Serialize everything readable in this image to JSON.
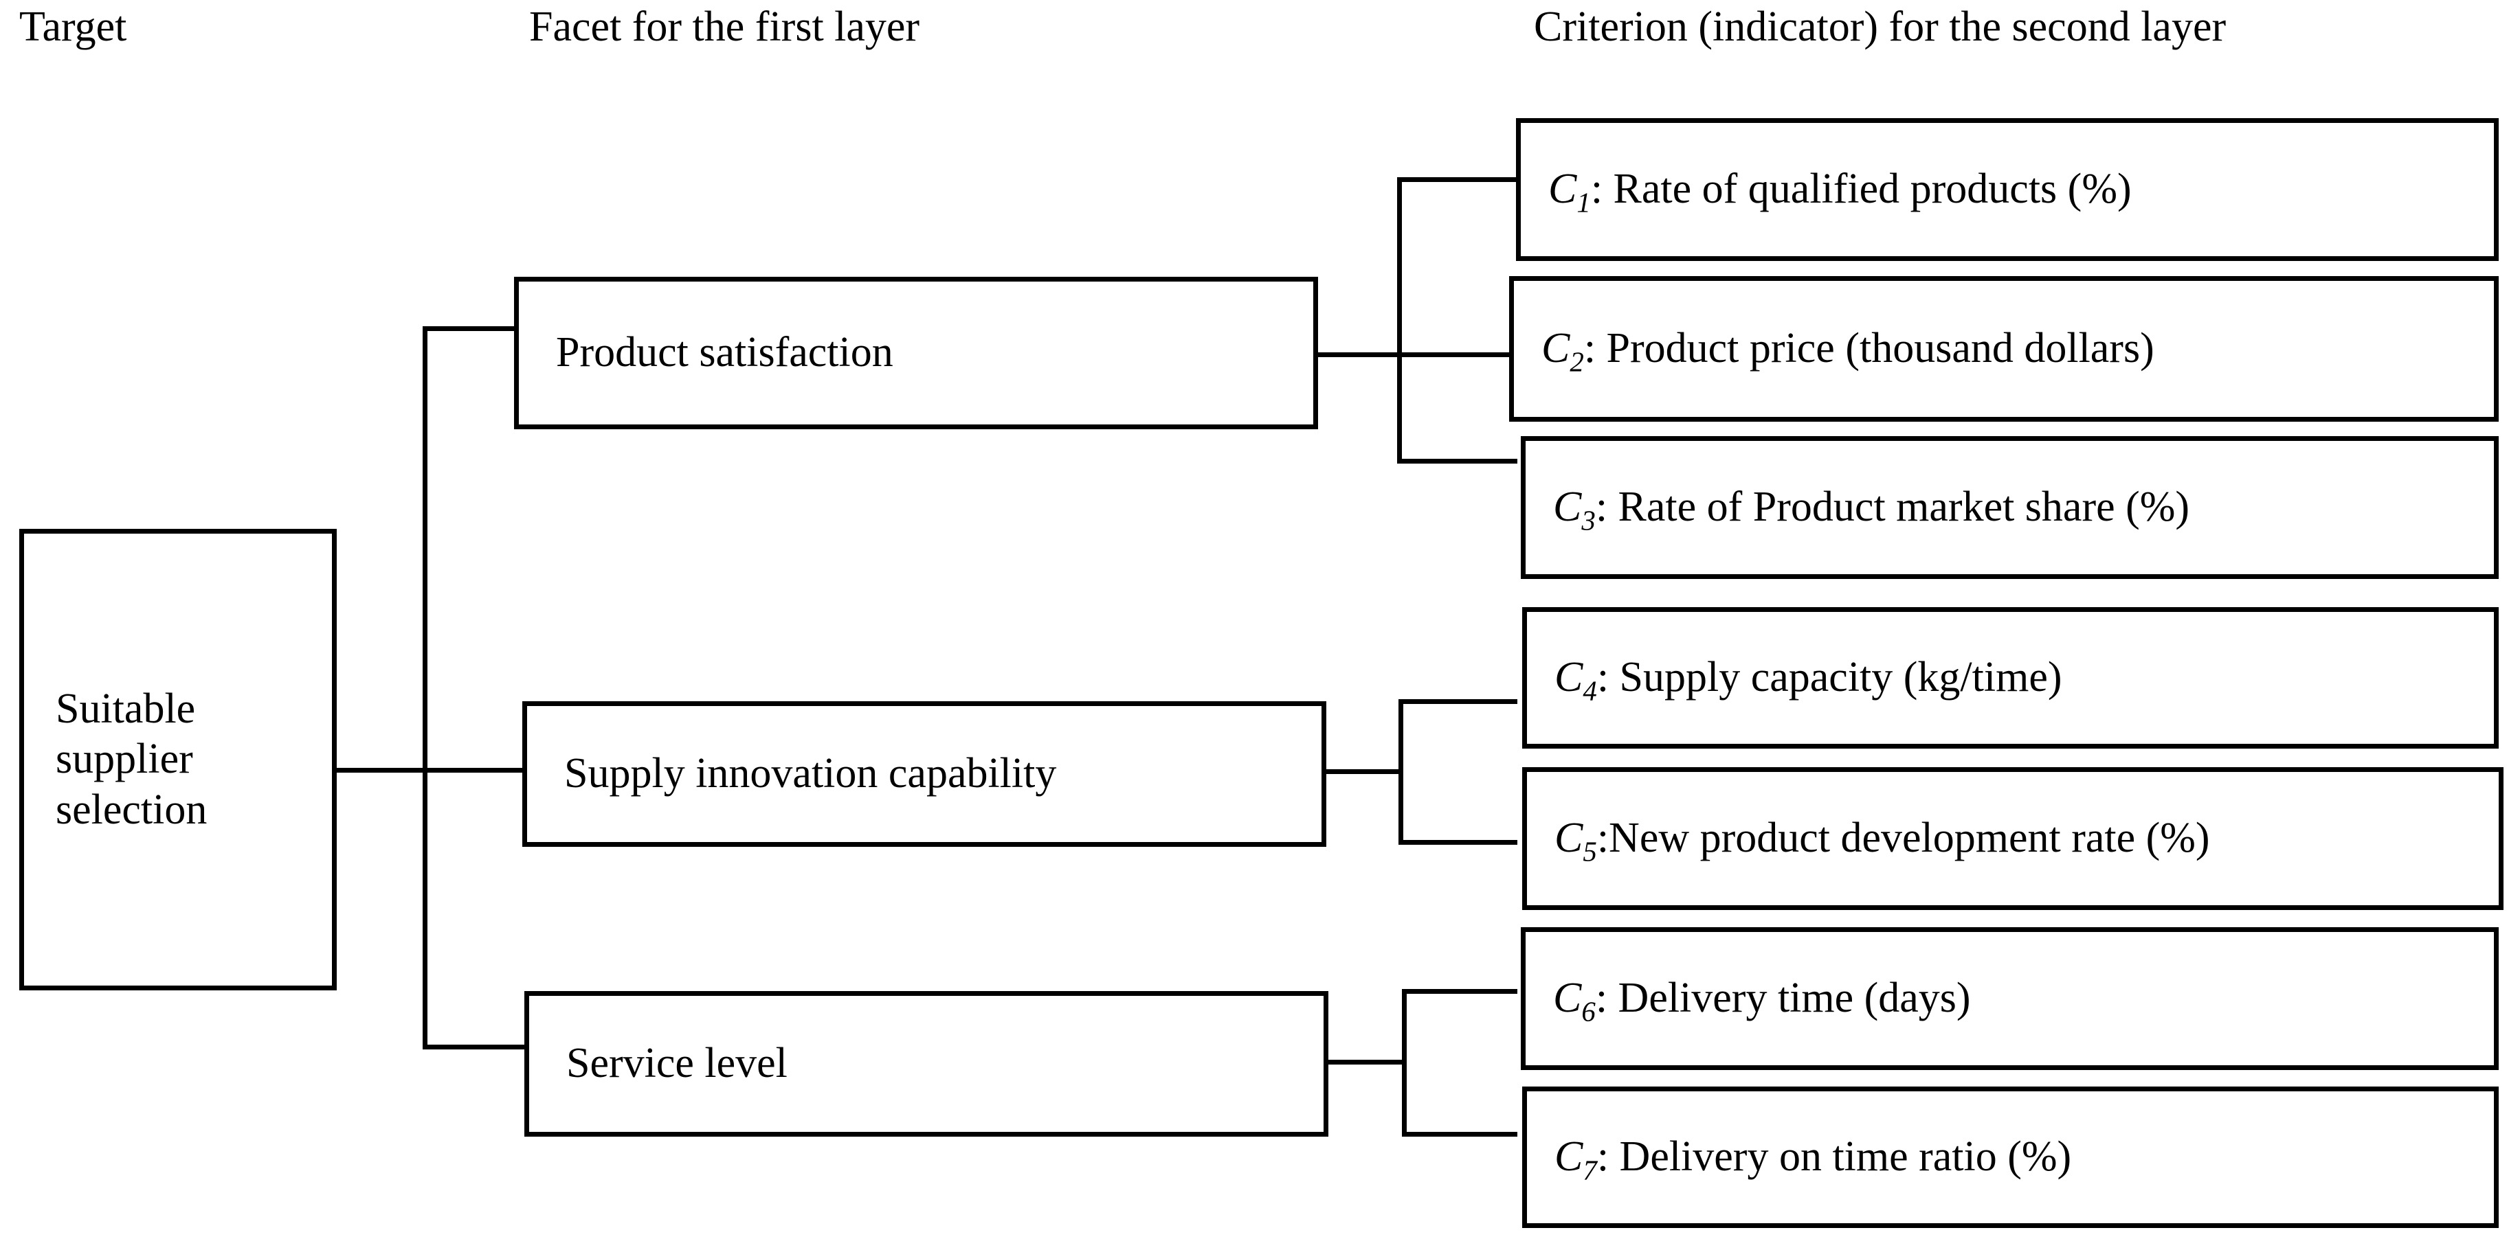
{
  "diagram": {
    "title": "Suitable supplier selection hierarchy",
    "line_color": "#000000",
    "background_color": "#ffffff",
    "border_color": "#000000"
  },
  "headers": [
    {
      "label": "Target"
    },
    {
      "label": "Facet for the first layer"
    },
    {
      "label": "Criterion (indicator) for the second layer"
    }
  ],
  "target": {
    "label": "Suitable\nsupplier\nselection"
  },
  "facets": [
    {
      "label": "Product satisfaction"
    },
    {
      "label": "Supply innovation capability"
    },
    {
      "label": "Service level"
    }
  ],
  "criteria": [
    {
      "code": "C",
      "index": "1",
      "label": ": Rate of qualified products (%)"
    },
    {
      "code": "C",
      "index": "2",
      "label": ": Product price (thousand dollars)"
    },
    {
      "code": "C",
      "index": "3",
      "label": ": Rate of Product market share (%)"
    },
    {
      "code": "C",
      "index": "4",
      "label": ": Supply capacity (kg/time)"
    },
    {
      "code": "C",
      "index": "5",
      "label": ":New product development rate (%)"
    },
    {
      "code": "C",
      "index": "6",
      "label": ": Delivery time (days)"
    },
    {
      "code": "C",
      "index": "7",
      "label": ": Delivery on time ratio (%)"
    }
  ]
}
